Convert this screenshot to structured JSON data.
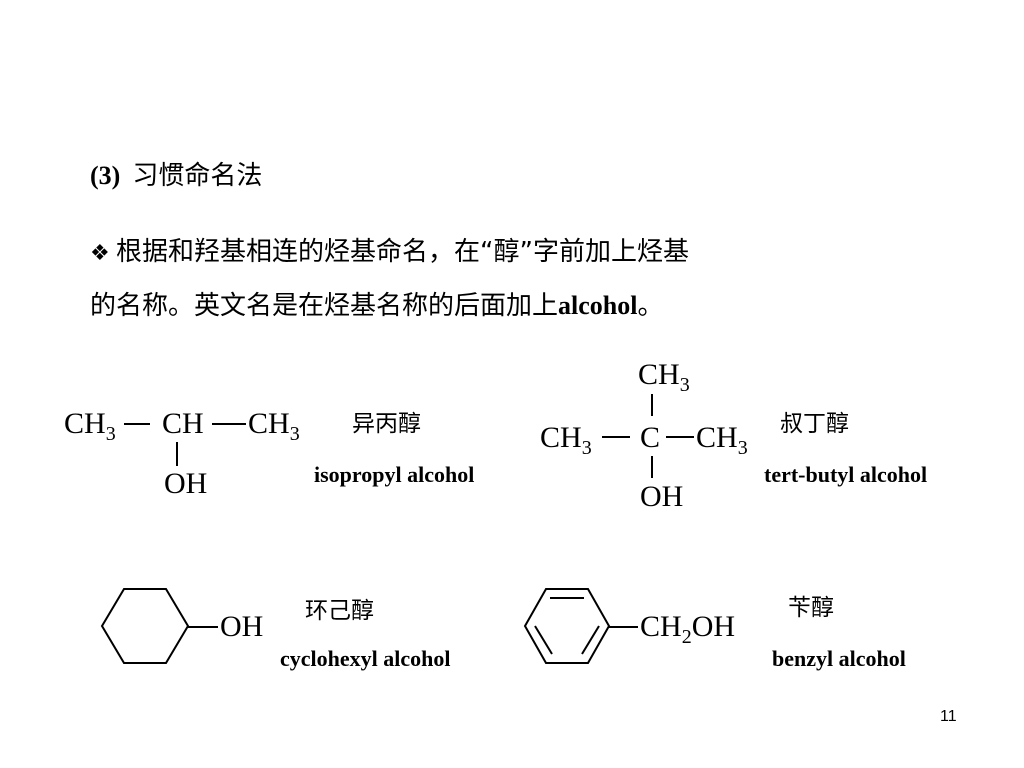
{
  "slide": {
    "heading": {
      "number": "(3)",
      "title": "习惯命名法"
    },
    "bullet_icon": "diamond-bullet-icon",
    "paragraph": {
      "bullet": "❖",
      "line1": "根据和羟基相连的烃基命名，在“醇”字前加上烃基",
      "line2_cn": "的名称。英文名是在烃基名称的后面加上",
      "line2_en": "alcohol",
      "line2_end": "。"
    },
    "page_number": "11"
  },
  "compounds": {
    "isopropyl": {
      "left": "CH",
      "left_sub": "3",
      "center": "CH",
      "right": "CH",
      "right_sub": "3",
      "bottom": "OH",
      "name_cn": "异丙醇",
      "name_en": "isopropyl alcohol"
    },
    "tert_butyl": {
      "top": "CH",
      "top_sub": "3",
      "left": "CH",
      "left_sub": "3",
      "center": "C",
      "right": "CH",
      "right_sub": "3",
      "bottom": "OH",
      "name_cn": "叔丁醇",
      "name_en": "tert-butyl alcohol"
    },
    "cyclohexyl": {
      "ring_icon": "cyclohexane-ring-icon",
      "group": "OH",
      "name_cn": "环己醇",
      "name_en": "cyclohexyl alcohol"
    },
    "benzyl": {
      "ring_icon": "benzene-ring-icon",
      "group_a": "CH",
      "group_sub": "2",
      "group_b": "OH",
      "name_cn": "苄醇",
      "name_en": "benzyl alcohol"
    }
  }
}
